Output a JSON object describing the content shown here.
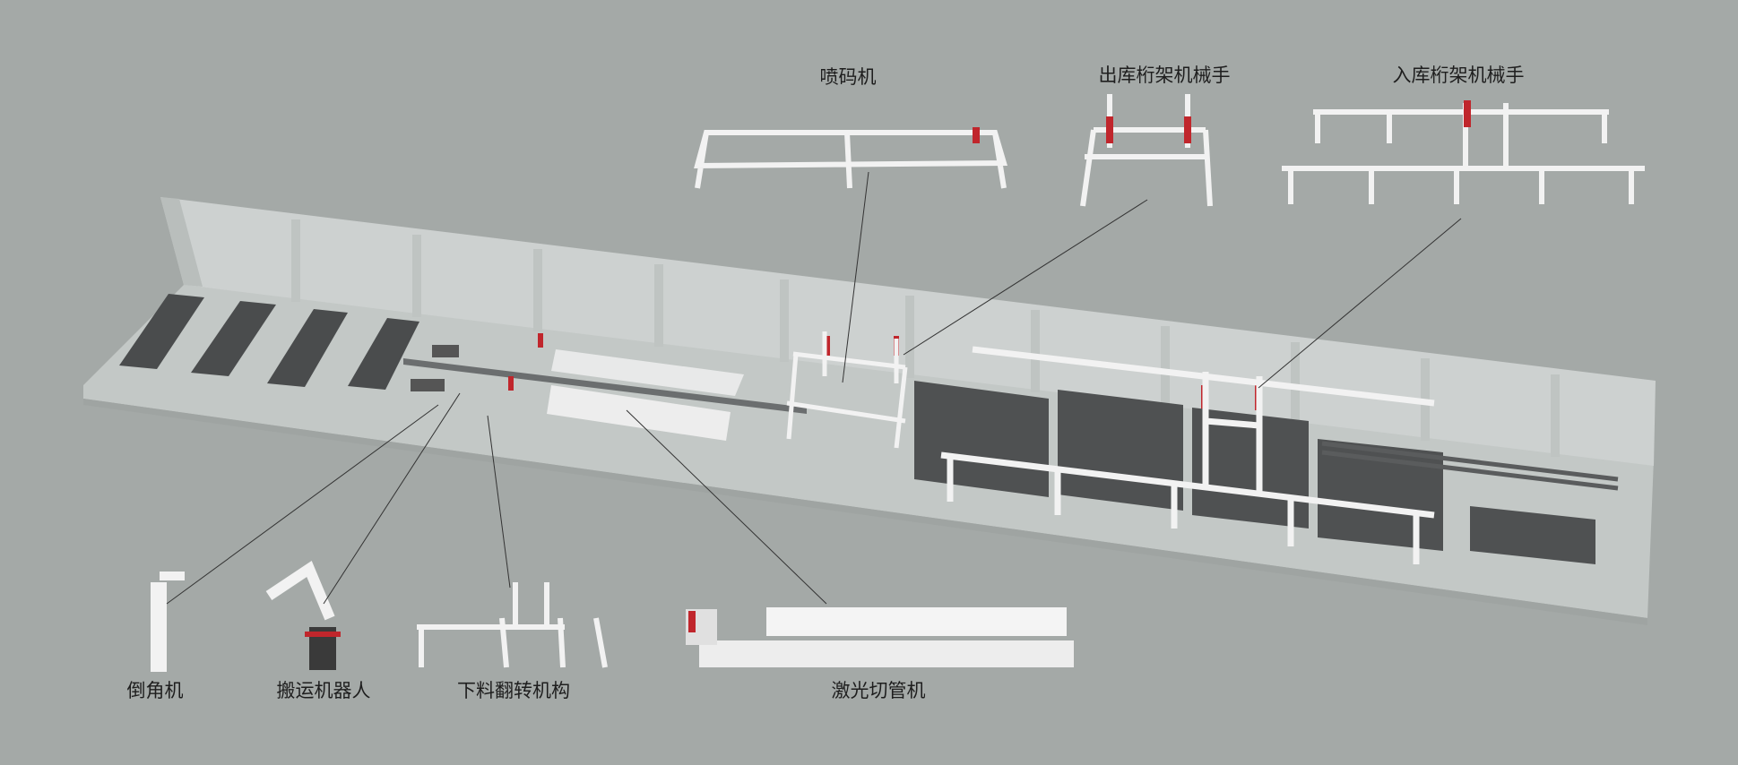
{
  "labels": {
    "inkjet_printer": "喷码机",
    "outbound_gantry": "出库桁架机械手",
    "inbound_gantry": "入库桁架机械手",
    "chamfering_machine": "倒角机",
    "handling_robot": "搬运机器人",
    "unloading_flip": "下料翻转机构",
    "laser_tube_cutter": "激光切管机"
  },
  "colors": {
    "background": "#a4a9a7",
    "wall": "#cdd1d0",
    "floor": "#c3c8c6",
    "rack": "#4a4c4d",
    "machine": "#f2f2f2",
    "accent": "#c0262c"
  }
}
